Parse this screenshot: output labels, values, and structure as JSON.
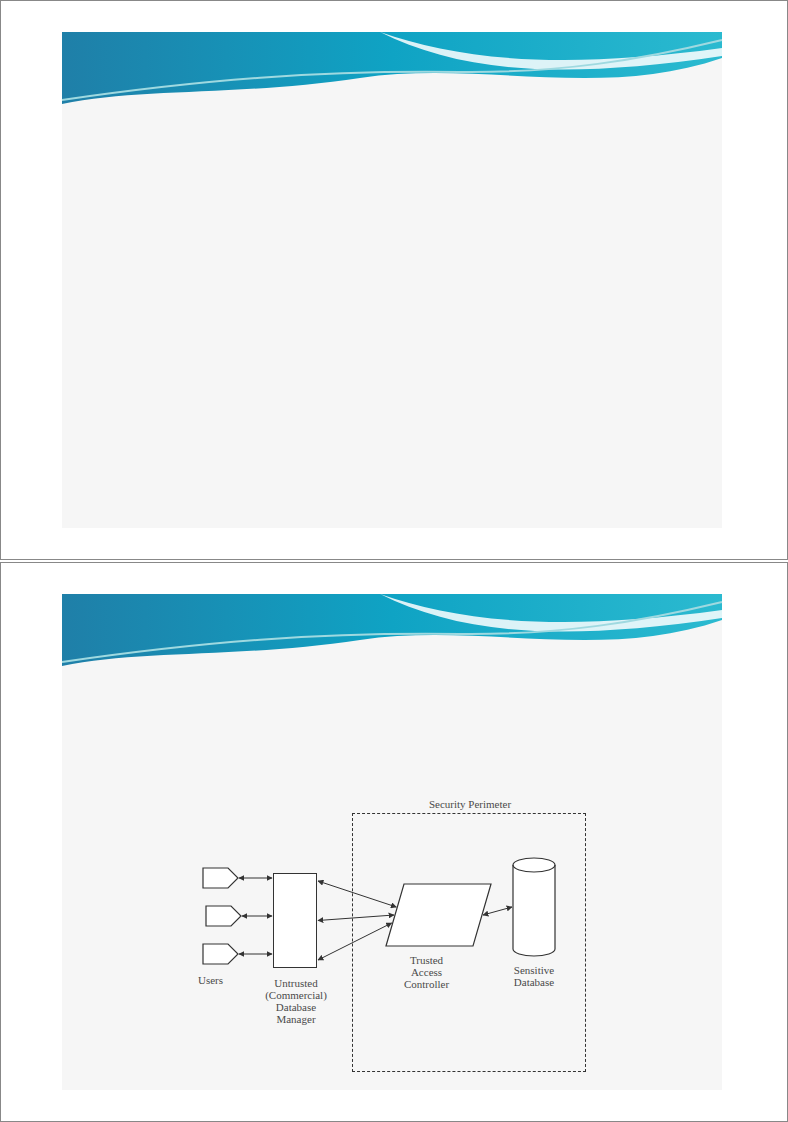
{
  "diagram": {
    "nodes": [
      {
        "text": [
          "Security Perimeter"
        ]
      },
      {
        "text": [
          "Untrusted (Commercial) Database Manager"
        ]
      },
      {
        "text": [
          "Trusted Access Controller"
        ],
        "in": 0
      },
      {
        "text": [
          "Sensitive Database"
        ],
        "in": 0
      }
    ],
    "edges": [
      {
        "from": 1,
        "to": 2,
        "arrow": "both"
      },
      {
        "from": 1,
        "to": 2,
        "arrow": "both"
      },
      {
        "from": 1,
        "to": 2,
        "arrow": "both"
      },
      {
        "from": 2,
        "to": 3,
        "arrow": "both"
      }
    ],
    "labels": [
      "Users"
    ]
  }
}
